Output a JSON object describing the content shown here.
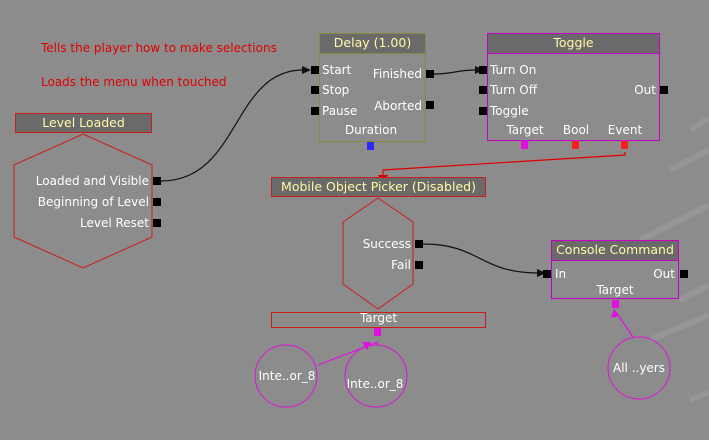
{
  "comments": [
    "Tells the player how to make selections",
    "Loads the menu when touched"
  ],
  "level_loaded": {
    "title": "Level Loaded",
    "outputs": [
      "Loaded and Visible",
      "Beginning of Level",
      "Level Reset"
    ]
  },
  "delay": {
    "title": "Delay (1.00)",
    "inputs": [
      "Start",
      "Stop",
      "Pause"
    ],
    "outputs": [
      "Finished",
      "Aborted"
    ],
    "variable": "Duration"
  },
  "toggle": {
    "title": "Toggle",
    "inputs": [
      "Turn On",
      "Turn Off",
      "Toggle"
    ],
    "output": "Out",
    "variables": [
      "Target",
      "Bool",
      "Event"
    ]
  },
  "mobile_picker": {
    "title": "Mobile Object Picker (Disabled)",
    "outputs": [
      "Success",
      "Fail"
    ],
    "variable": "Target"
  },
  "console_command": {
    "title": "Console Command",
    "input": "In",
    "output": "Out",
    "variable": "Target"
  },
  "variables": [
    "Inte..or_8",
    "Inte..or_8",
    "All ..yers"
  ],
  "colors": {
    "background": "#8c8c8c",
    "comment": "#e00000",
    "title_text": "#fff9a8",
    "event_border": "#cc1c1c",
    "action_border": "#c700c7",
    "latent_border": "#8a8a3c",
    "float_var": "#2a2aff",
    "object_var": "#e010e0",
    "bool_var": "#ff1e1e"
  }
}
